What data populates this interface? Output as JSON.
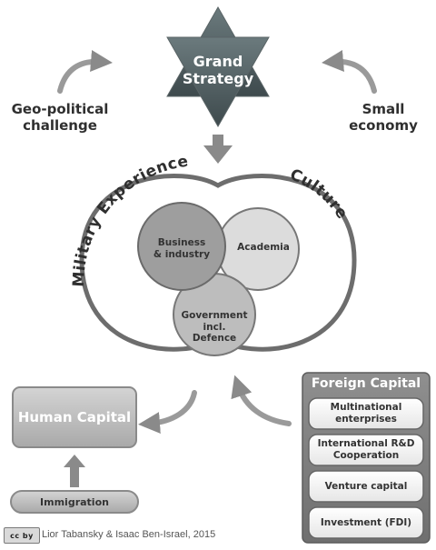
{
  "diagram": {
    "top": {
      "star_label_line1": "Grand",
      "star_label_line2": "Strategy",
      "left_label_line1": "Geo-political",
      "left_label_line2": "challenge",
      "right_label_line1": "Small",
      "right_label_line2": "economy"
    },
    "arc_labels": {
      "left": "Military Experience",
      "right": "Culture"
    },
    "venn": {
      "circle1_line1": "Business",
      "circle1_line2": "& industry",
      "circle2": "Academia",
      "circle3_line1": "Government incl.",
      "circle3_line2": "Defence"
    },
    "human_capital": {
      "title": "Human Capital",
      "source": "Immigration"
    },
    "foreign_capital": {
      "title": "Foreign Capital",
      "items": [
        {
          "line1": "Multinational",
          "line2": "enterprises"
        },
        {
          "line1": "International R&D",
          "line2": "Cooperation"
        },
        {
          "line1": "Venture capital",
          "line2": ""
        },
        {
          "line1": "Investment (FDI)",
          "line2": ""
        }
      ]
    },
    "credit": "Lior Tabansky & Isaac Ben-Israel, 2015",
    "license_badge": "cc by"
  }
}
